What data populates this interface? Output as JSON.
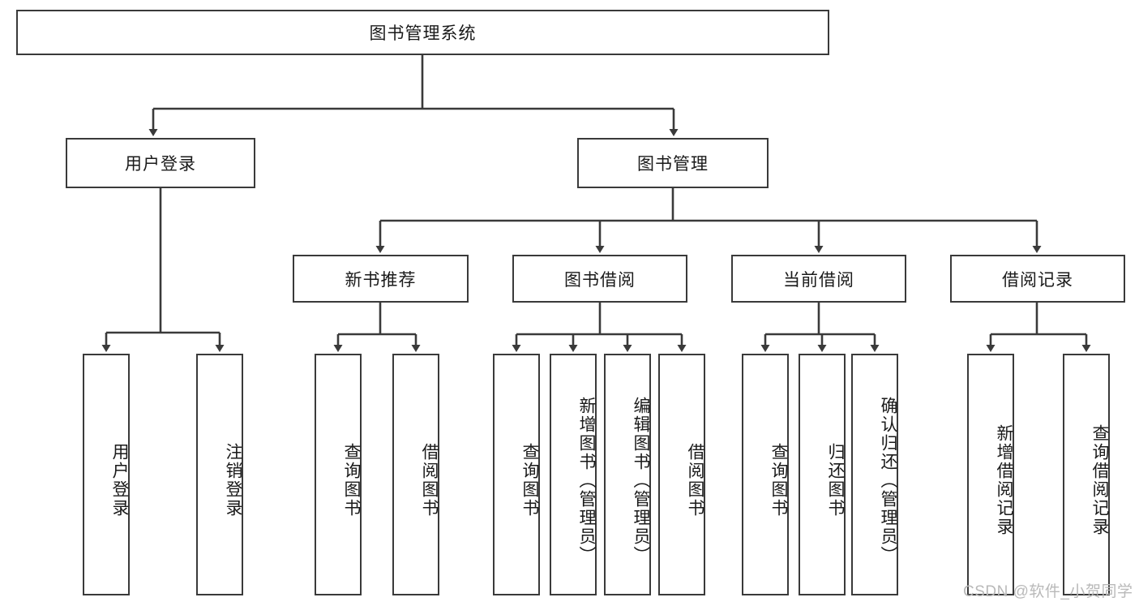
{
  "diagram": {
    "title": "图书管理系统",
    "type": "hierarchy-tree",
    "watermark": "CSDN @软件_小贺同学",
    "colors": {
      "box_border": "#3a3a3a",
      "box_fill": "#ffffff",
      "connector": "#3a3a3a",
      "text": "#1a1a1a",
      "watermark": "#b9b9b9"
    },
    "root": {
      "label": "图书管理系统"
    },
    "level2": [
      {
        "label": "用户登录"
      },
      {
        "label": "图书管理"
      }
    ],
    "level3": [
      {
        "label": "新书推荐"
      },
      {
        "label": "图书借阅"
      },
      {
        "label": "当前借阅"
      },
      {
        "label": "借阅记录"
      }
    ],
    "leaves": {
      "user_login": [
        {
          "label": "用户登录"
        },
        {
          "label": "注销登录"
        }
      ],
      "new_book_recommend": [
        {
          "label": "查询图书"
        },
        {
          "label": "借阅图书"
        }
      ],
      "book_borrow": [
        {
          "label": "查询图书"
        },
        {
          "label": "新增图书（管理员）"
        },
        {
          "label": "编辑图书（管理员）"
        },
        {
          "label": "借阅图书"
        }
      ],
      "current_borrow": [
        {
          "label": "查询图书"
        },
        {
          "label": "归还图书"
        },
        {
          "label": "确认归还（管理员）"
        }
      ],
      "borrow_record": [
        {
          "label": "新增借阅记录"
        },
        {
          "label": "查询借阅记录"
        }
      ]
    }
  }
}
